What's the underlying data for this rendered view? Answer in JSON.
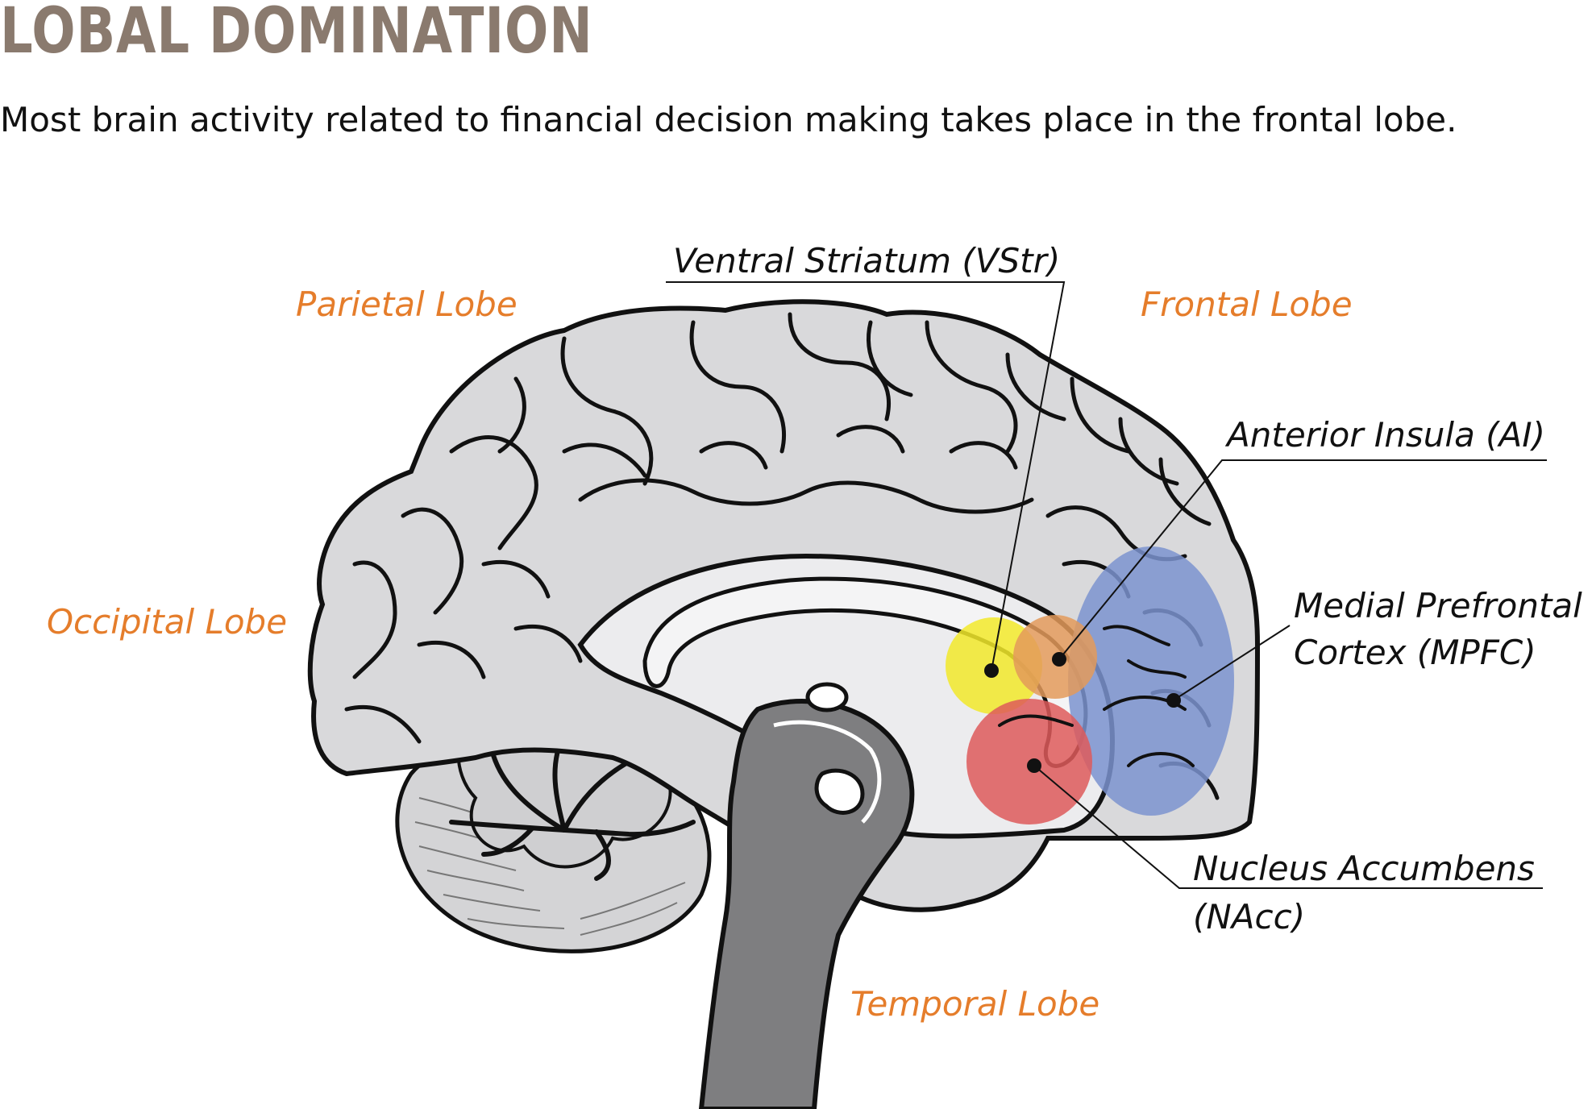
{
  "title": "LOBAL DOMINATION",
  "subtitle": "Most brain activity related to financial decision making takes place in the frontal lobe.",
  "lobes": {
    "parietal": "Parietal Lobe",
    "frontal": "Frontal Lobe",
    "occipital": "Occipital Lobe",
    "temporal": "Temporal Lobe"
  },
  "regions": {
    "vstr": "Ventral Striatum (VStr)",
    "ai": "Anterior Insula (AI)",
    "mpfc_line1": "Medial Prefrontal",
    "mpfc_line2": "Cortex (MPFC)",
    "nacc_line1": "Nucleus Accumbens",
    "nacc_line2": "(NAcc)"
  },
  "colors": {
    "title": "#8a7a6e",
    "lobe_label": "#e57d2b",
    "vstr": "#f2e92a",
    "ai": "#e39a5a",
    "nacc": "#de5a5a",
    "mpfc": "#7b93cf",
    "brain_fill": "#d9d9db"
  }
}
